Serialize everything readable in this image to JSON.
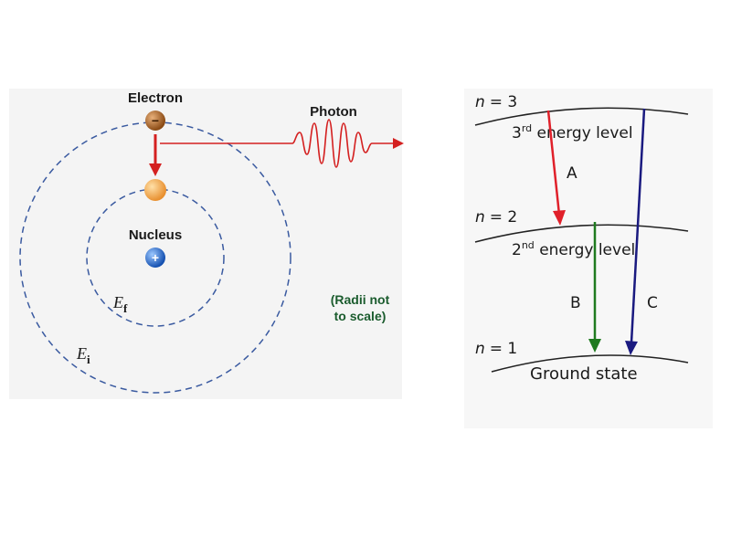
{
  "bohr_model": {
    "electron_label": "Electron",
    "photon_label": "Photon",
    "nucleus_label": "Nucleus",
    "electron_sign": "−",
    "nucleus_sign": "+",
    "final_energy_symbol": "E",
    "final_energy_subscript": "f",
    "initial_energy_symbol": "E",
    "initial_energy_subscript": "i",
    "note_line1": "(Radii not",
    "note_line2": "to scale)"
  },
  "energy_levels": {
    "levels": [
      {
        "n_label": "n",
        "n_value": "= 3",
        "name_prefix": "3",
        "name_sup": "rd",
        "name_rest": " energy level"
      },
      {
        "n_label": "n",
        "n_value": "= 2",
        "name_prefix": "2",
        "name_sup": "nd",
        "name_rest": " energy level"
      },
      {
        "n_label": "n",
        "n_value": "= 1",
        "name_prefix": "",
        "name_sup": "",
        "name_rest": "Ground state"
      }
    ],
    "transitions": [
      {
        "label": "A",
        "color": "#e0202a"
      },
      {
        "label": "B",
        "color": "#1f7a1f"
      },
      {
        "label": "C",
        "color": "#1a1a80"
      }
    ]
  },
  "colors": {
    "orbit": "#3a5aa0",
    "photon": "#d42020",
    "electron": "#b5651d",
    "electron_new": "#f2a640",
    "nucleus": "#1f6fd0"
  }
}
